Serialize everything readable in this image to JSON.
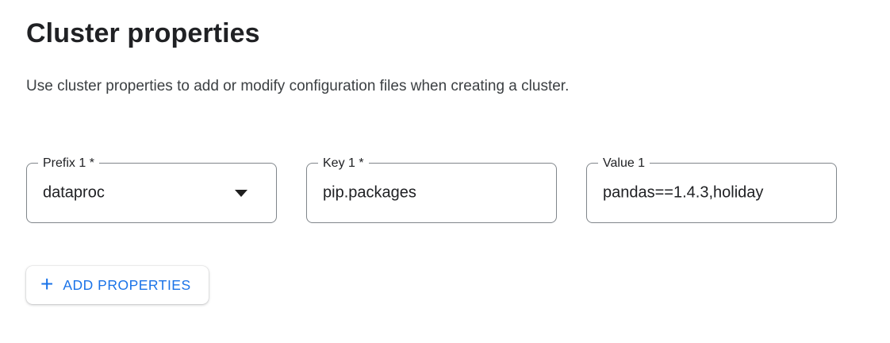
{
  "page": {
    "title": "Cluster properties",
    "description": "Use cluster properties to add or modify configuration files when creating a cluster."
  },
  "fields": [
    {
      "label": "Prefix 1 *",
      "value": "dataproc",
      "type": "select",
      "required": true
    },
    {
      "label": "Key 1 *",
      "value": "pip.packages",
      "type": "text",
      "required": true
    },
    {
      "label": "Value 1",
      "value": "pandas==1.4.3,holiday",
      "type": "text",
      "required": false
    }
  ],
  "buttons": {
    "add_properties": {
      "label": "ADD PROPERTIES",
      "icon_glyph": "+",
      "accent_color": "#1a73e8"
    }
  },
  "colors": {
    "title_text": "#202124",
    "body_text": "#3c4043",
    "field_border": "#80868b",
    "field_text": "#202124",
    "accent": "#1a73e8",
    "background": "#ffffff"
  }
}
